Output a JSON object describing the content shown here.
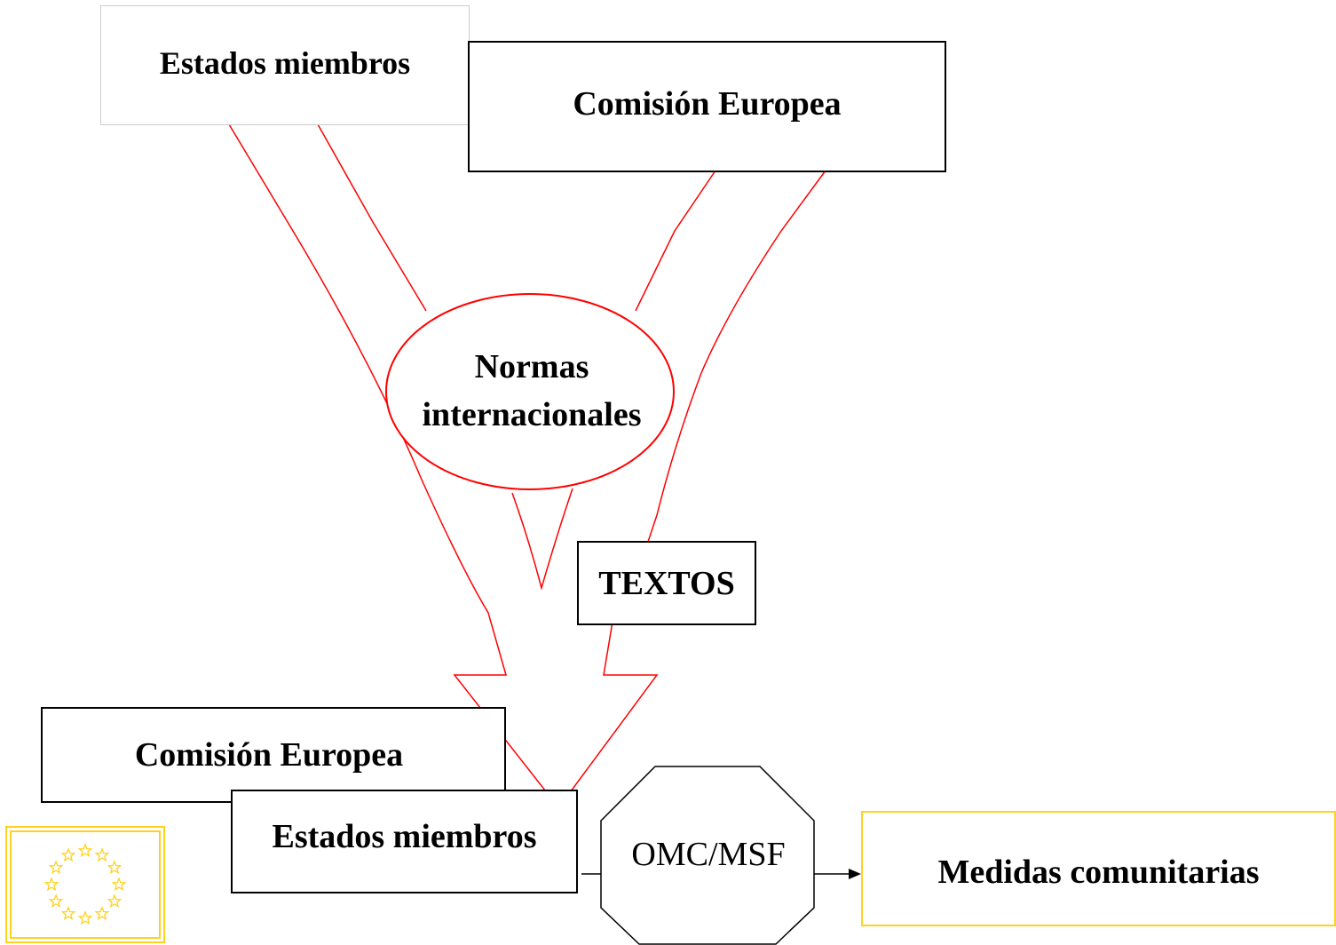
{
  "diagram": {
    "top_left_box": "Estados miembros",
    "top_right_box": "Comisión Europea",
    "ellipse": {
      "line1": "Normas",
      "line2": "internacionales"
    },
    "textos_box": "TEXTOS",
    "bottom_left_box": "Comisión Europea",
    "bottom_estados_box": "Estados miembros",
    "octagon": "OMC/MSF",
    "result_box": "Medidas comunitarias"
  },
  "colors": {
    "red_line": "#ff0000",
    "gold_border": "#ffd21e",
    "gray_border": "#cccccc",
    "black": "#000000"
  },
  "icons": {
    "flag": "eu-flag-icon"
  }
}
